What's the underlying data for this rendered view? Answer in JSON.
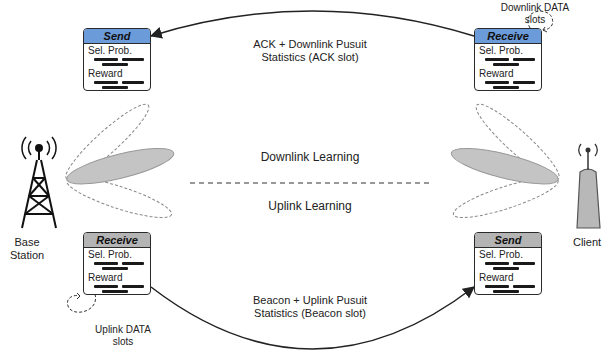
{
  "diagram": {
    "nodes": [
      {
        "text": [
          "Send",
          "Sel. Prob.",
          "Reward"
        ]
      },
      {
        "text": [
          "Receive",
          "Sel. Prob.",
          "Reward"
        ]
      },
      {
        "text": [
          "Receive",
          "Sel. Prob.",
          "Reward"
        ]
      },
      {
        "text": [
          "Send",
          "Sel. Prob.",
          "Reward"
        ]
      }
    ],
    "edges": [
      {
        "from": 1,
        "to": 0,
        "arrow": "to",
        "label": "ACK + Downlink Pusuit Statistics (ACK slot)"
      },
      {
        "from": 2,
        "to": 3,
        "arrow": "to",
        "label": "Beacon + Uplink Pusuit Statistics (Beacon slot)"
      }
    ],
    "labels": [
      "Downlink DATA slots",
      "Uplink DATA slots",
      "Downlink Learning",
      "Uplink Learning",
      "Base Station",
      "Client"
    ]
  }
}
